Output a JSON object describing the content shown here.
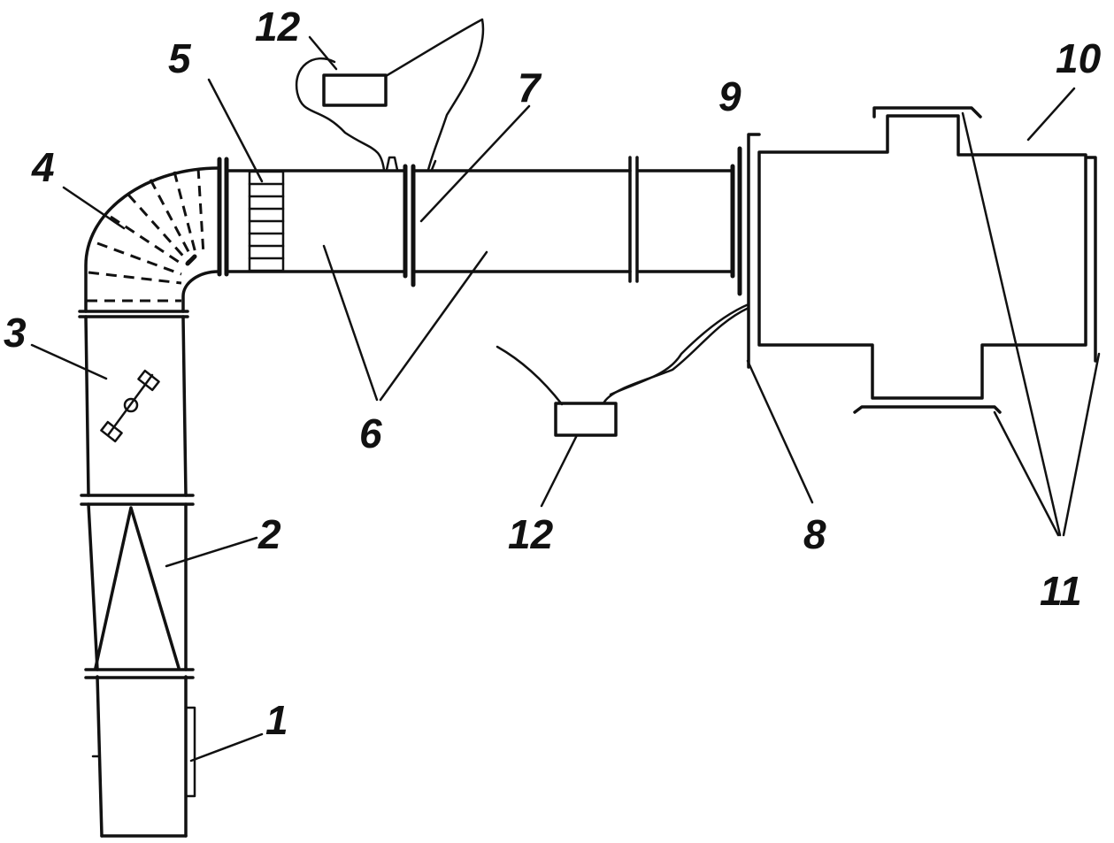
{
  "labels": {
    "l1": "1",
    "l2": "2",
    "l3": "3",
    "l4": "4",
    "l5": "5",
    "l6": "6",
    "l7": "7",
    "l8": "8",
    "l9": "9",
    "l10": "10",
    "l11": "11",
    "l12_top": "12",
    "l12_bottom": "12"
  }
}
